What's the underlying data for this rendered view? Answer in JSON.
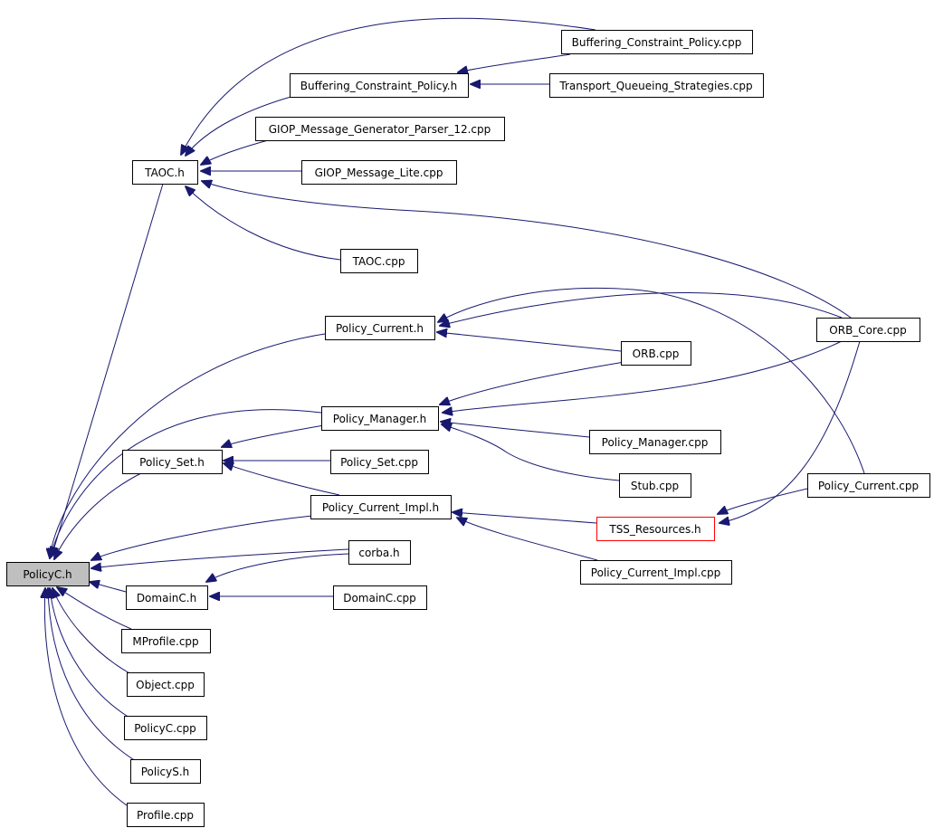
{
  "graph": {
    "nodes": [
      {
        "id": "policyc_h",
        "label": "PolicyC.h"
      },
      {
        "id": "buffering_cpp",
        "label": "Buffering_Constraint_Policy.cpp"
      },
      {
        "id": "buffering_h",
        "label": "Buffering_Constraint_Policy.h"
      },
      {
        "id": "transport_cpp",
        "label": "Transport_Queueing_Strategies.cpp"
      },
      {
        "id": "giop_gen_cpp",
        "label": "GIOP_Message_Generator_Parser_12.cpp"
      },
      {
        "id": "taoc_h",
        "label": "TAOC.h"
      },
      {
        "id": "giop_lite_cpp",
        "label": "GIOP_Message_Lite.cpp"
      },
      {
        "id": "taoc_cpp",
        "label": "TAOC.cpp"
      },
      {
        "id": "policy_current_h",
        "label": "Policy_Current.h"
      },
      {
        "id": "orb_core_cpp",
        "label": "ORB_Core.cpp"
      },
      {
        "id": "orb_cpp",
        "label": "ORB.cpp"
      },
      {
        "id": "policy_manager_h",
        "label": "Policy_Manager.h"
      },
      {
        "id": "policy_manager_cpp",
        "label": "Policy_Manager.cpp"
      },
      {
        "id": "policy_set_h",
        "label": "Policy_Set.h"
      },
      {
        "id": "policy_set_cpp",
        "label": "Policy_Set.cpp"
      },
      {
        "id": "stub_cpp",
        "label": "Stub.cpp"
      },
      {
        "id": "policy_current_impl_h",
        "label": "Policy_Current_Impl.h"
      },
      {
        "id": "policy_current_cpp",
        "label": "Policy_Current.cpp"
      },
      {
        "id": "tss_resources_h",
        "label": "TSS_Resources.h"
      },
      {
        "id": "corba_h",
        "label": "corba.h"
      },
      {
        "id": "policy_current_impl_cpp",
        "label": "Policy_Current_Impl.cpp"
      },
      {
        "id": "domainc_h",
        "label": "DomainC.h"
      },
      {
        "id": "domainc_cpp",
        "label": "DomainC.cpp"
      },
      {
        "id": "mprofile_cpp",
        "label": "MProfile.cpp"
      },
      {
        "id": "object_cpp",
        "label": "Object.cpp"
      },
      {
        "id": "policyc_cpp",
        "label": "PolicyC.cpp"
      },
      {
        "id": "policys_h",
        "label": "PolicyS.h"
      },
      {
        "id": "profile_cpp",
        "label": "Profile.cpp"
      }
    ],
    "edges": [
      {
        "from": "taoc_h",
        "to": "policyc_h"
      },
      {
        "from": "policy_current_h",
        "to": "policyc_h"
      },
      {
        "from": "policy_manager_h",
        "to": "policyc_h"
      },
      {
        "from": "policy_set_h",
        "to": "policyc_h"
      },
      {
        "from": "policy_current_impl_h",
        "to": "policyc_h"
      },
      {
        "from": "corba_h",
        "to": "policyc_h"
      },
      {
        "from": "domainc_h",
        "to": "policyc_h"
      },
      {
        "from": "mprofile_cpp",
        "to": "policyc_h"
      },
      {
        "from": "object_cpp",
        "to": "policyc_h"
      },
      {
        "from": "policyc_cpp",
        "to": "policyc_h"
      },
      {
        "from": "policys_h",
        "to": "policyc_h"
      },
      {
        "from": "profile_cpp",
        "to": "policyc_h"
      },
      {
        "from": "buffering_cpp",
        "to": "taoc_h"
      },
      {
        "from": "buffering_h",
        "to": "taoc_h"
      },
      {
        "from": "giop_gen_cpp",
        "to": "taoc_h"
      },
      {
        "from": "giop_lite_cpp",
        "to": "taoc_h"
      },
      {
        "from": "orb_core_cpp",
        "to": "taoc_h"
      },
      {
        "from": "taoc_cpp",
        "to": "taoc_h"
      },
      {
        "from": "buffering_cpp",
        "to": "buffering_h"
      },
      {
        "from": "transport_cpp",
        "to": "buffering_h"
      },
      {
        "from": "orb_core_cpp",
        "to": "policy_current_h"
      },
      {
        "from": "orb_cpp",
        "to": "policy_current_h"
      },
      {
        "from": "policy_current_cpp",
        "to": "policy_current_h"
      },
      {
        "from": "orb_cpp",
        "to": "policy_manager_h"
      },
      {
        "from": "orb_core_cpp",
        "to": "policy_manager_h"
      },
      {
        "from": "policy_manager_cpp",
        "to": "policy_manager_h"
      },
      {
        "from": "stub_cpp",
        "to": "policy_manager_h"
      },
      {
        "from": "policy_manager_h",
        "to": "policy_set_h"
      },
      {
        "from": "policy_set_cpp",
        "to": "policy_set_h"
      },
      {
        "from": "policy_current_impl_h",
        "to": "policy_set_h"
      },
      {
        "from": "tss_resources_h",
        "to": "policy_current_impl_h"
      },
      {
        "from": "policy_current_impl_cpp",
        "to": "policy_current_impl_h"
      },
      {
        "from": "orb_core_cpp",
        "to": "tss_resources_h"
      },
      {
        "from": "policy_current_cpp",
        "to": "tss_resources_h"
      },
      {
        "from": "corba_h",
        "to": "domainc_h"
      },
      {
        "from": "domainc_cpp",
        "to": "domainc_h"
      }
    ]
  },
  "colors": {
    "edge": "#191970",
    "root_fill": "#bfbfbf",
    "node_border": "#000000",
    "highlight_border": "#ff0000",
    "background": "#ffffff"
  }
}
